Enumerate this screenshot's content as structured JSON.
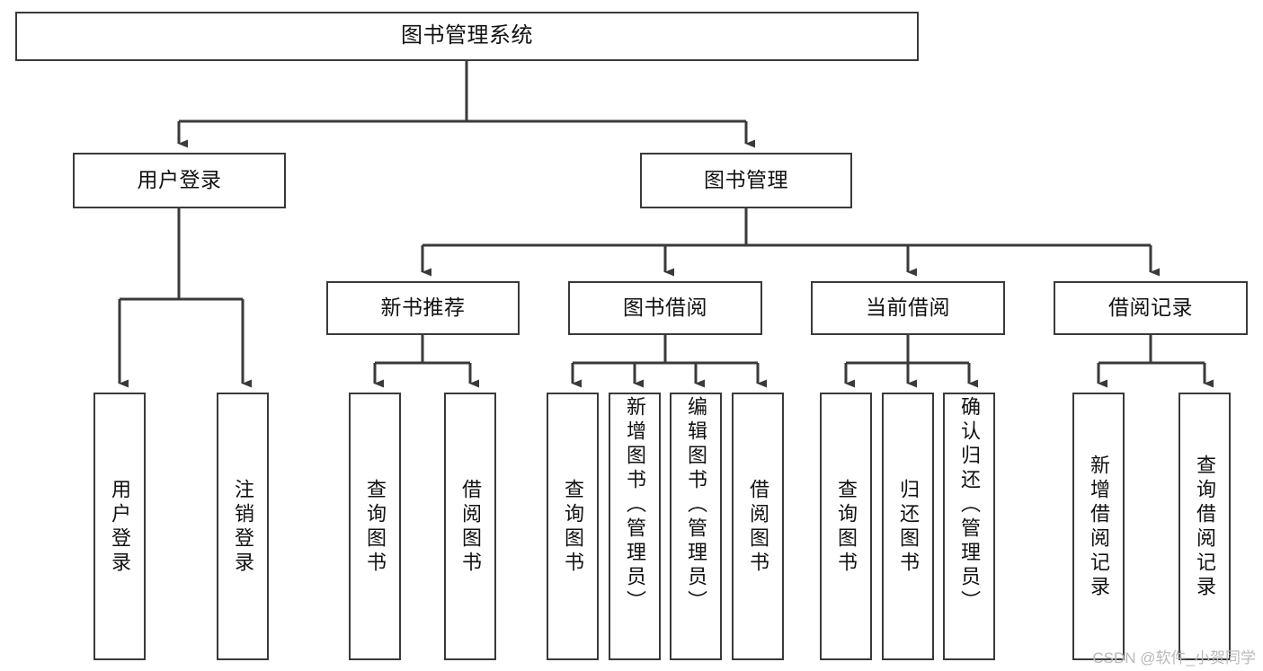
{
  "diagram": {
    "title": "图书管理系统",
    "type": "function-structure-tree",
    "orientation": "top-down",
    "edge_color": "#3a3a3a",
    "node_border_color": "#3a3a3a",
    "node_fill_color": "#ffffff",
    "text_color": "#111111",
    "levels": {
      "root": "图书管理系统",
      "level2": [
        "用户登录",
        "图书管理"
      ],
      "level3": [
        "新书推荐",
        "图书借阅",
        "当前借阅",
        "借阅记录"
      ]
    },
    "nodes": {
      "root": {
        "label": "图书管理系统"
      },
      "user_login": {
        "label": "用户登录"
      },
      "book_manage": {
        "label": "图书管理"
      },
      "new_book_rec": {
        "label": "新书推荐"
      },
      "book_borrow": {
        "label": "图书借阅"
      },
      "current_borrow": {
        "label": "当前借阅"
      },
      "borrow_record": {
        "label": "借阅记录"
      },
      "leaf_user_login": {
        "label": "用户登录"
      },
      "leaf_user_logout": {
        "label": "注销登录"
      },
      "leaf_query_book_1": {
        "label": "查询图书"
      },
      "leaf_borrow_book_1": {
        "label": "借阅图书"
      },
      "leaf_query_book_2": {
        "label": "查询图书"
      },
      "leaf_add_book": {
        "label": "新增图书（管理员）"
      },
      "leaf_edit_book": {
        "label": "编辑图书（管理员）"
      },
      "leaf_borrow_book_2": {
        "label": "借阅图书"
      },
      "leaf_query_book_3": {
        "label": "查询图书"
      },
      "leaf_return_book": {
        "label": "归还图书"
      },
      "leaf_confirm_return": {
        "label": "确认归还（管理员）"
      },
      "leaf_add_record": {
        "label": "新增借阅记录"
      },
      "leaf_query_record": {
        "label": "查询借阅记录"
      }
    },
    "edges": [
      {
        "from": "root",
        "to": "用户登录"
      },
      {
        "from": "root",
        "to": "图书管理"
      },
      {
        "from": "用户登录",
        "to": "用户登录(叶)"
      },
      {
        "from": "用户登录",
        "to": "注销登录"
      },
      {
        "from": "图书管理",
        "to": "新书推荐"
      },
      {
        "from": "图书管理",
        "to": "图书借阅"
      },
      {
        "from": "图书管理",
        "to": "当前借阅"
      },
      {
        "from": "图书管理",
        "to": "借阅记录"
      },
      {
        "from": "新书推荐",
        "to": "查询图书"
      },
      {
        "from": "新书推荐",
        "to": "借阅图书"
      },
      {
        "from": "图书借阅",
        "to": "查询图书"
      },
      {
        "from": "图书借阅",
        "to": "新增图书（管理员）"
      },
      {
        "from": "图书借阅",
        "to": "编辑图书（管理员）"
      },
      {
        "from": "图书借阅",
        "to": "借阅图书"
      },
      {
        "from": "当前借阅",
        "to": "查询图书"
      },
      {
        "from": "当前借阅",
        "to": "归还图书"
      },
      {
        "from": "当前借阅",
        "to": "确认归还（管理员）"
      },
      {
        "from": "借阅记录",
        "to": "新增借阅记录"
      },
      {
        "from": "借阅记录",
        "to": "查询借阅记录"
      }
    ]
  },
  "watermark": {
    "text": "CSDN @软件_小贺同学"
  }
}
